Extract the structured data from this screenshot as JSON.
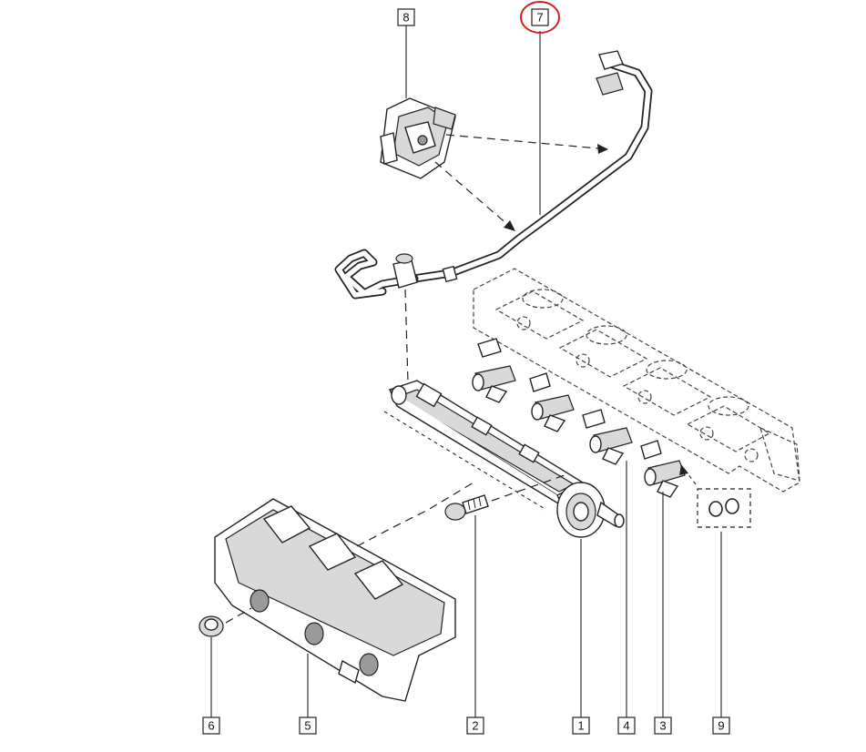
{
  "callouts": [
    {
      "label": "8"
    },
    {
      "label": "7"
    },
    {
      "label": "6"
    },
    {
      "label": "5"
    },
    {
      "label": "2"
    },
    {
      "label": "1"
    },
    {
      "label": "4"
    },
    {
      "label": "3"
    },
    {
      "label": "9"
    }
  ],
  "highlighted_callout": "7",
  "highlight_color": "#d42020"
}
